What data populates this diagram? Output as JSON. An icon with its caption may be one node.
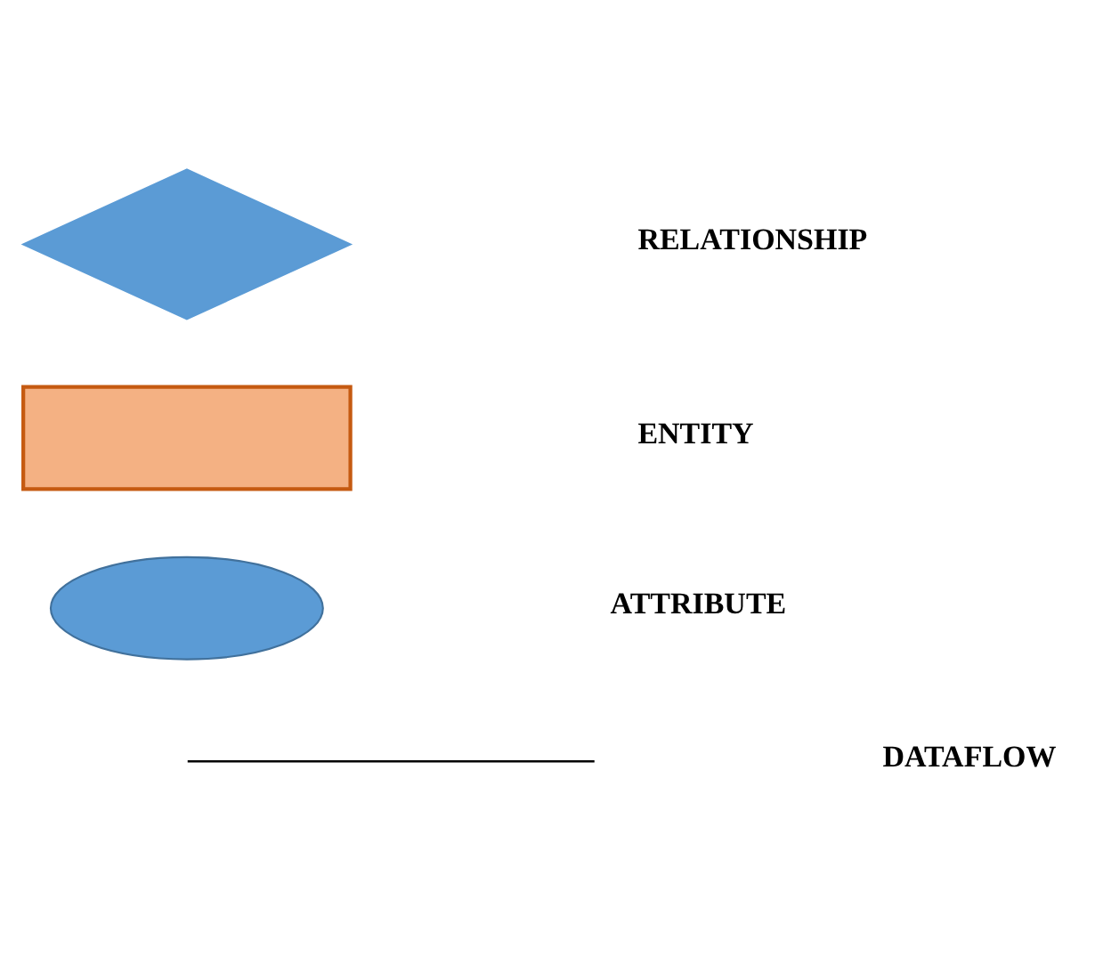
{
  "diagram": {
    "nodes": [
      {
        "text": [],
        "shape": "diamond"
      },
      {
        "text": [],
        "shape": "box"
      },
      {
        "text": [],
        "shape": "ellipse"
      }
    ],
    "legend": [
      {
        "text": "RELATIONSHIP"
      },
      {
        "text": "ENTITY"
      },
      {
        "text": "ATTRIBUTE"
      },
      {
        "text": "DATAFLOW"
      }
    ]
  }
}
